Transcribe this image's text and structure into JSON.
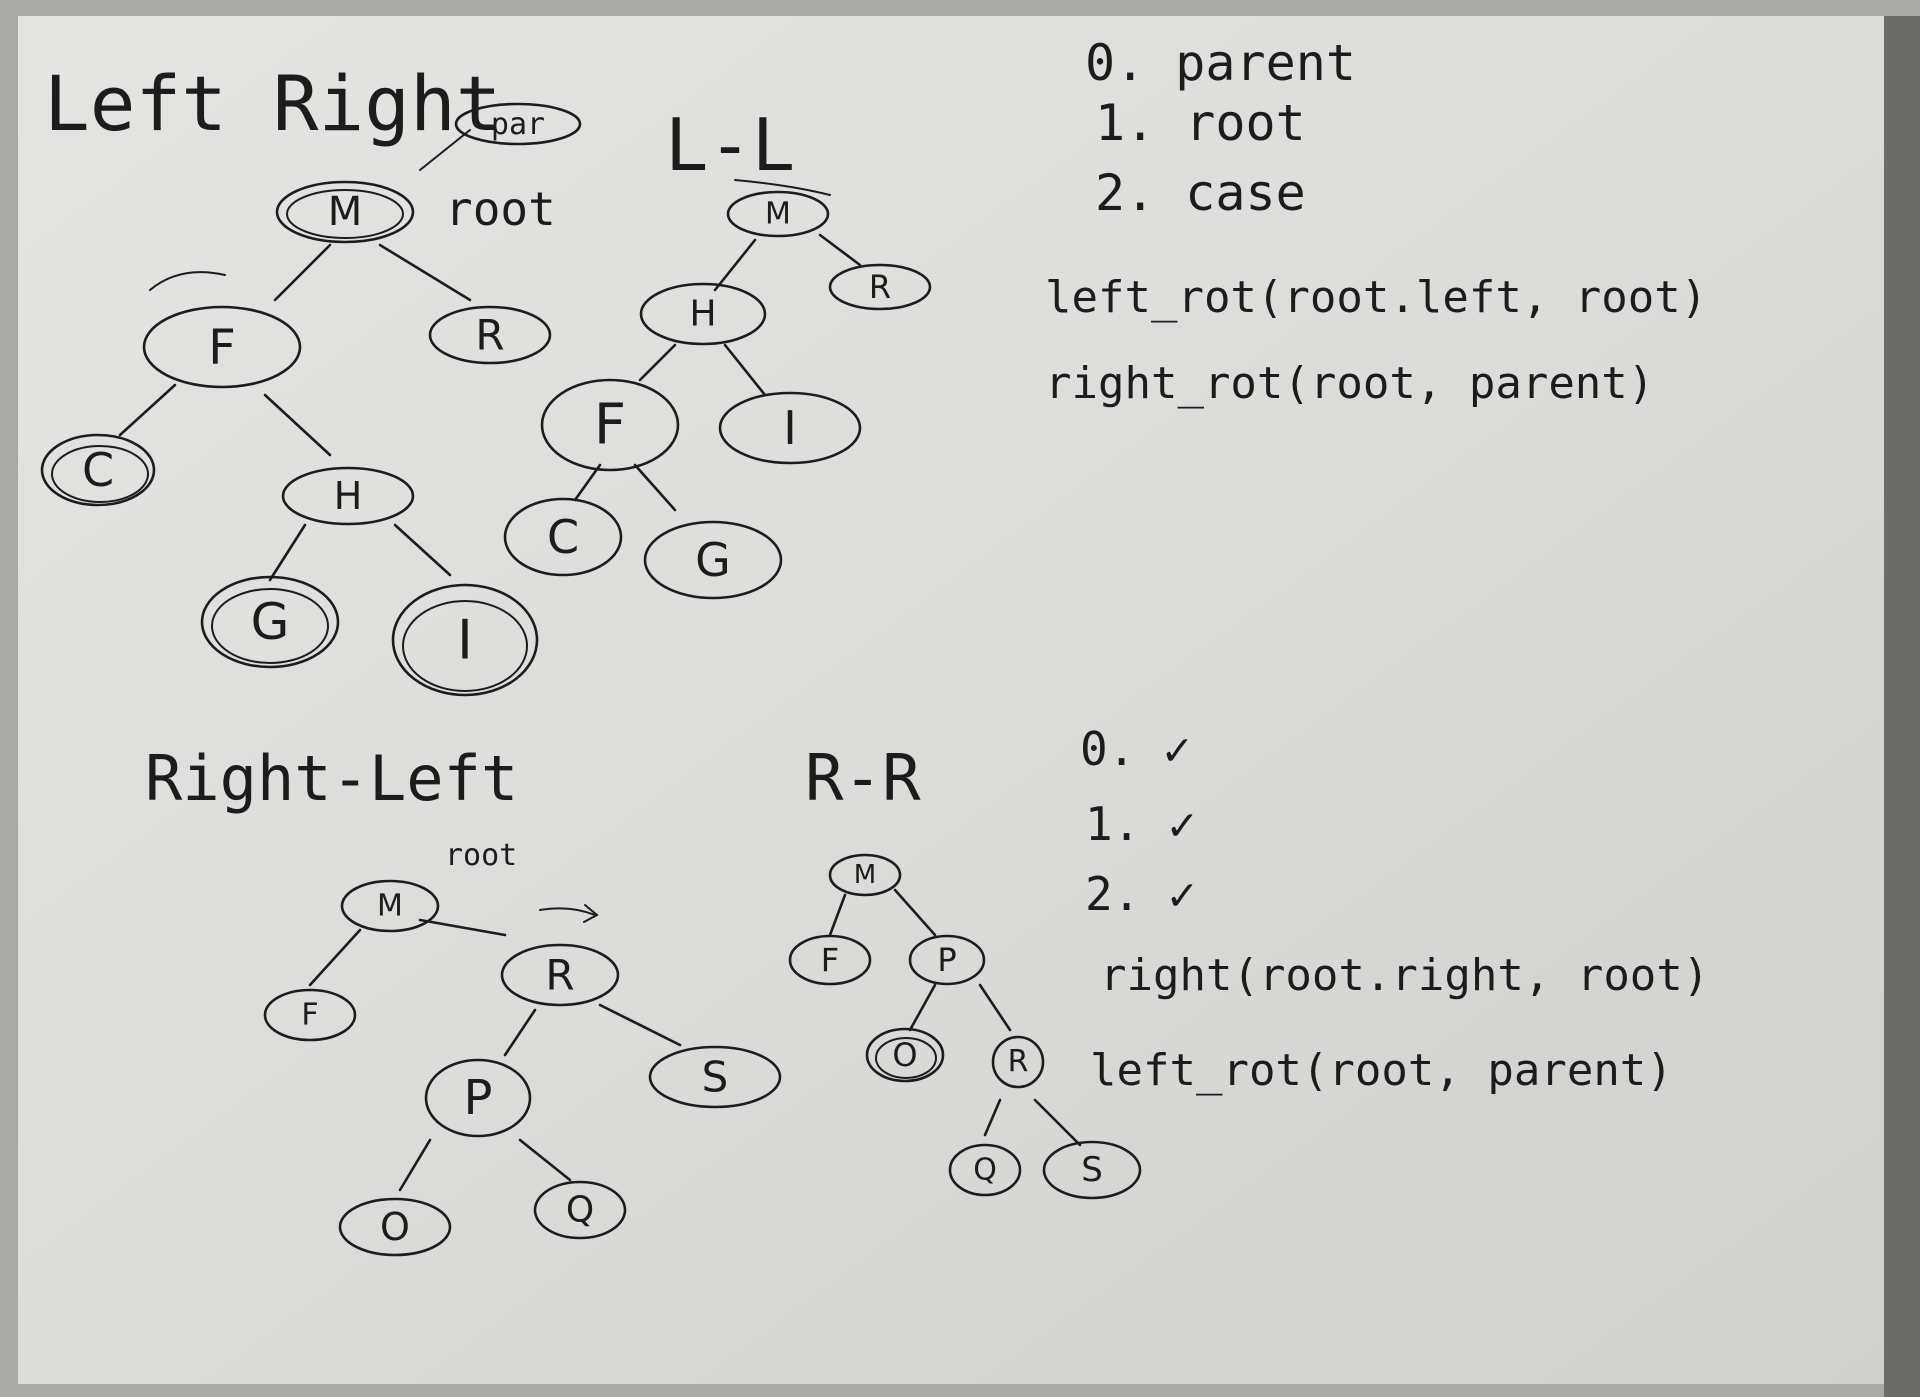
{
  "colors": {
    "board": "#dcdcd9",
    "frame": "#a9aaa7",
    "ink": "#1c1c1e",
    "wall": "#4a4a48"
  },
  "titles": {
    "left_right": "Left Right",
    "l_l": "L-L",
    "right_left": "Right-Left",
    "r_r": "R-R"
  },
  "labels": {
    "par": "par",
    "root_top": "root",
    "root_bottom": "root"
  },
  "notes_top": {
    "steps": [
      "0. parent",
      "1. root",
      "2. case"
    ],
    "code": [
      "left_rot(root.left, root)",
      "right_rot(root, parent)"
    ]
  },
  "notes_bottom": {
    "steps": [
      "0. ✓",
      "1. ✓",
      "2. ✓"
    ],
    "code": [
      "right(root.right, root)",
      "left_rot(root, parent)"
    ]
  },
  "trees": {
    "left_right": {
      "nodes": [
        "M",
        "F",
        "R",
        "C",
        "H",
        "G",
        "I"
      ]
    },
    "l_l": {
      "nodes": [
        "M",
        "H",
        "R",
        "F",
        "I",
        "C",
        "G"
      ]
    },
    "right_left": {
      "nodes": [
        "M",
        "F",
        "R",
        "P",
        "S",
        "O",
        "Q"
      ]
    },
    "r_r": {
      "nodes": [
        "M",
        "F",
        "P",
        "O",
        "R",
        "Q",
        "S"
      ]
    }
  }
}
